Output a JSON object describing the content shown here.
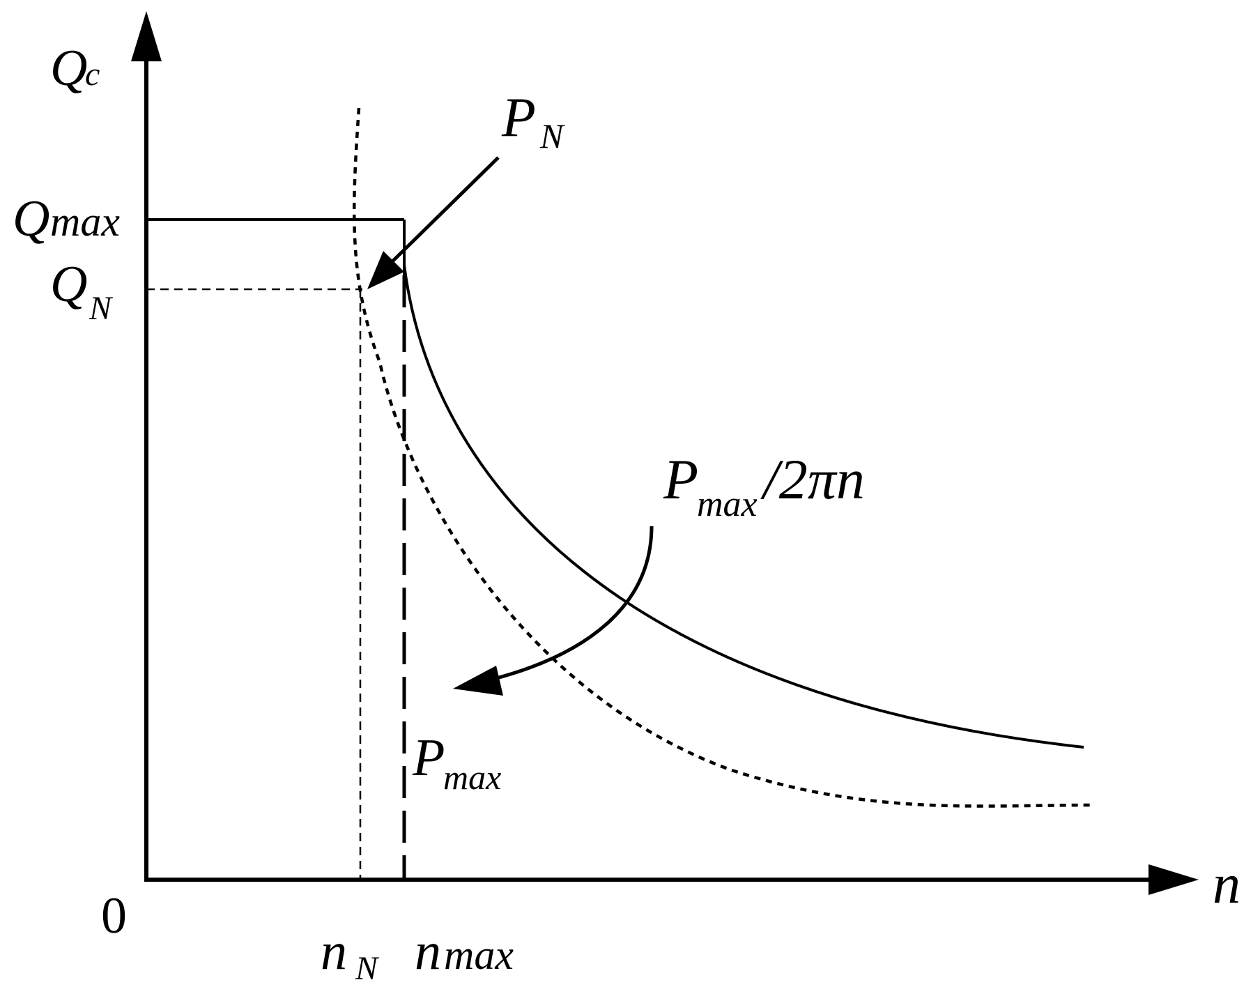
{
  "axes": {
    "y_label_main": "Q",
    "y_label_sub": "c",
    "x_label": "n",
    "origin": "0"
  },
  "y_ticks": {
    "qmax_main": "Q",
    "qmax_sub": "max",
    "qn_main": "Q",
    "qn_sub": "N"
  },
  "x_ticks": {
    "nn_main": "n",
    "nn_sub": "N",
    "nmax_main": "n",
    "nmax_sub": "max"
  },
  "annotations": {
    "pn_main": "P",
    "pn_sub": "N",
    "pmax2pi_main": "P",
    "pmax2pi_sub": "max",
    "pmax2pi_rest": "/2πn",
    "pmax_main": "P",
    "pmax_sub": "max"
  },
  "colors": {
    "ink": "#000000",
    "background": "#ffffff"
  }
}
